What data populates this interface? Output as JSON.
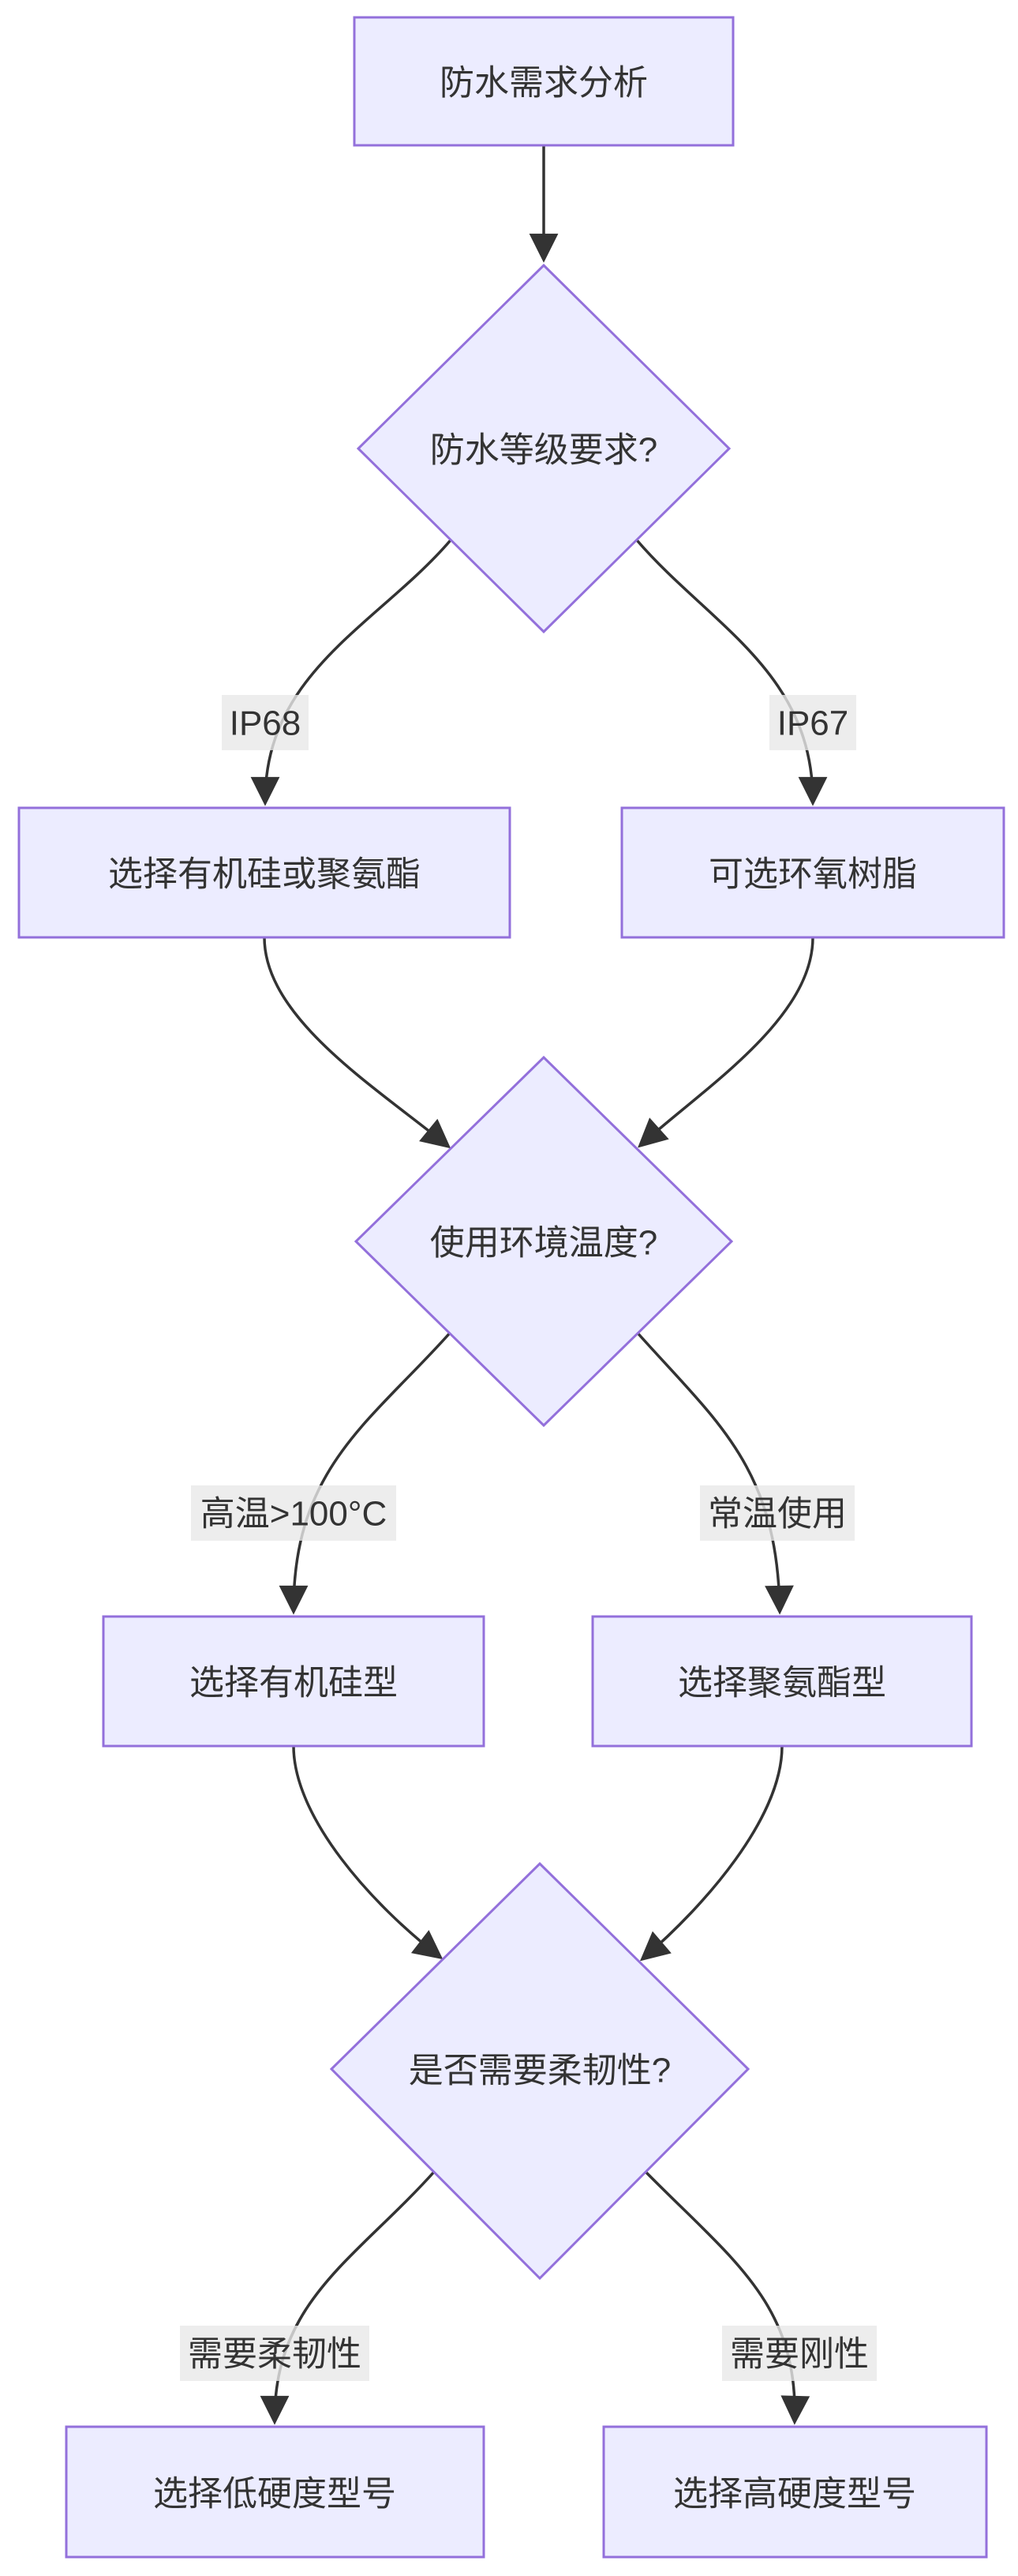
{
  "flowchart": {
    "direction": "top-down",
    "nodes": {
      "start": {
        "shape": "rectangle",
        "label": "防水需求分析"
      },
      "grade_q": {
        "shape": "diamond",
        "label": "防水等级要求?"
      },
      "silicone_or_pu": {
        "shape": "rectangle",
        "label": "选择有机硅或聚氨酯"
      },
      "epoxy": {
        "shape": "rectangle",
        "label": "可选环氧树脂"
      },
      "temp_q": {
        "shape": "diamond",
        "label": "使用环境温度?"
      },
      "silicone_type": {
        "shape": "rectangle",
        "label": "选择有机硅型"
      },
      "pu_type": {
        "shape": "rectangle",
        "label": "选择聚氨酯型"
      },
      "flex_q": {
        "shape": "diamond",
        "label": "是否需要柔韧性?"
      },
      "low_hardness": {
        "shape": "rectangle",
        "label": "选择低硬度型号"
      },
      "high_hardness": {
        "shape": "rectangle",
        "label": "选择高硬度型号"
      }
    },
    "edge_labels": {
      "ip68": "IP68",
      "ip67": "IP67",
      "high_temp": "高温>100°C",
      "normal_temp": "常温使用",
      "need_flex": "需要柔韧性",
      "need_rigid": "需要刚性"
    },
    "edges": [
      {
        "from": "start",
        "to": "grade_q",
        "label": ""
      },
      {
        "from": "grade_q",
        "to": "silicone_or_pu",
        "label": "IP68"
      },
      {
        "from": "grade_q",
        "to": "epoxy",
        "label": "IP67"
      },
      {
        "from": "silicone_or_pu",
        "to": "temp_q",
        "label": ""
      },
      {
        "from": "epoxy",
        "to": "temp_q",
        "label": ""
      },
      {
        "from": "temp_q",
        "to": "silicone_type",
        "label": "高温>100°C"
      },
      {
        "from": "temp_q",
        "to": "pu_type",
        "label": "常温使用"
      },
      {
        "from": "silicone_type",
        "to": "flex_q",
        "label": ""
      },
      {
        "from": "pu_type",
        "to": "flex_q",
        "label": ""
      },
      {
        "from": "flex_q",
        "to": "low_hardness",
        "label": "需要柔韧性"
      },
      {
        "from": "flex_q",
        "to": "high_hardness",
        "label": "需要刚性"
      }
    ],
    "colors": {
      "node_fill": "#ECECFF",
      "node_border": "#9370DB",
      "edge_line": "#333333",
      "edge_label_bg": "#E8E8E8",
      "text": "#333333",
      "canvas_bg": "#FFFFFF"
    }
  }
}
